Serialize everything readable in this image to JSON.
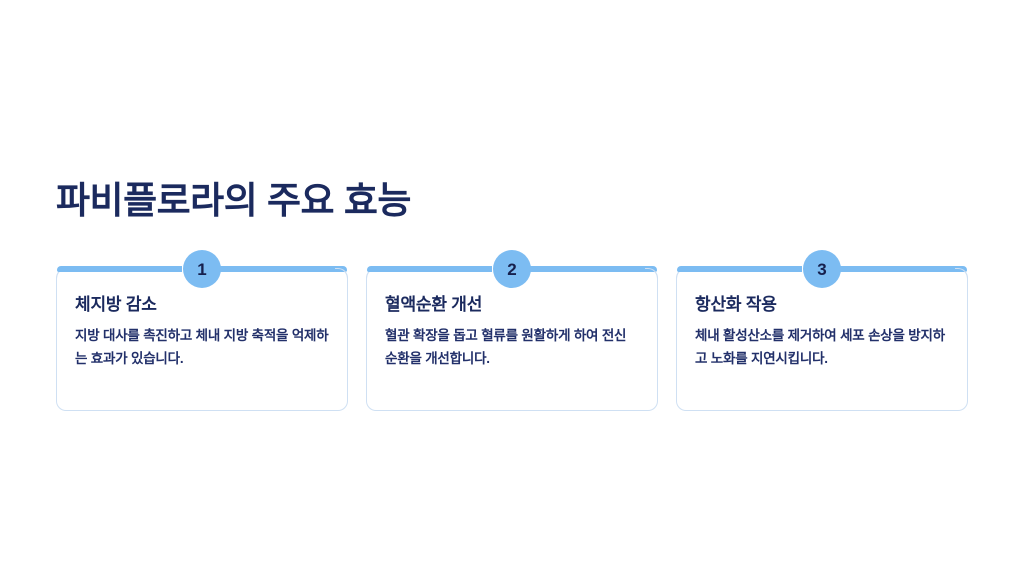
{
  "slide": {
    "background_color": "#ffffff",
    "title": "파비플로라의 주요 효능",
    "title_color": "#1b2a5e",
    "accent_color": "#7cbcf2",
    "card_border_color": "#cfe0f3",
    "body_text_color": "#22306a"
  },
  "cards": [
    {
      "badge": "1",
      "heading": "체지방 감소",
      "body": "지방 대사를 촉진하고 체내 지방 축적을 억제하는 효과가 있습니다."
    },
    {
      "badge": "2",
      "heading": "혈액순환 개선",
      "body": "혈관 확장을 돕고 혈류를 원활하게 하여 전신 순환을 개선합니다."
    },
    {
      "badge": "3",
      "heading": "항산화 작용",
      "body": "체내 활성산소를 제거하여 세포 손상을 방지하고 노화를 지연시킵니다."
    }
  ]
}
